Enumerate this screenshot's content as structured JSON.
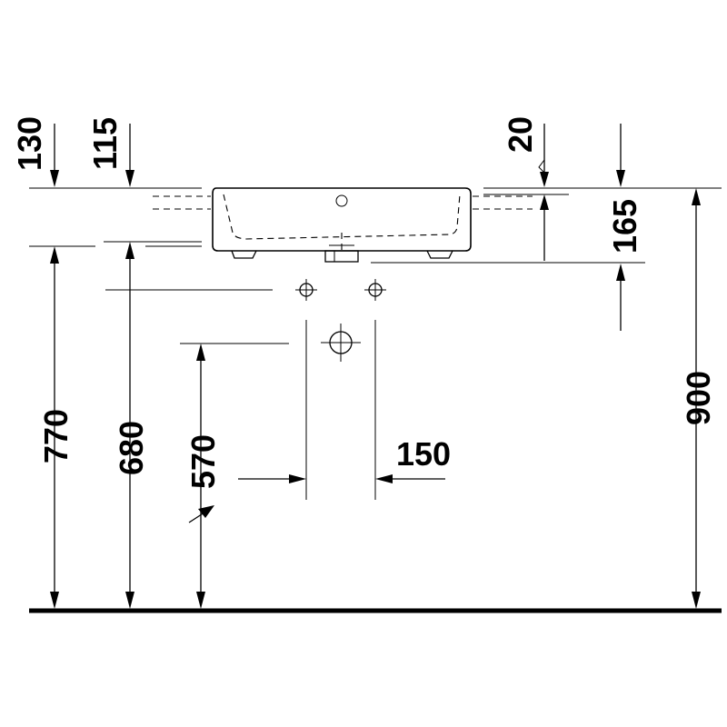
{
  "dimensions": {
    "top_left_130": "130",
    "top_left_115": "115",
    "top_right_20": "20",
    "right_165": "165",
    "right_900": "900",
    "left_770": "770",
    "left_680": "680",
    "center_570": "570",
    "center_150": "150"
  },
  "colors": {
    "ink": "#000000",
    "paper": "#ffffff"
  },
  "icons": {
    "label_pointer": "pointer-arrow-icon"
  }
}
